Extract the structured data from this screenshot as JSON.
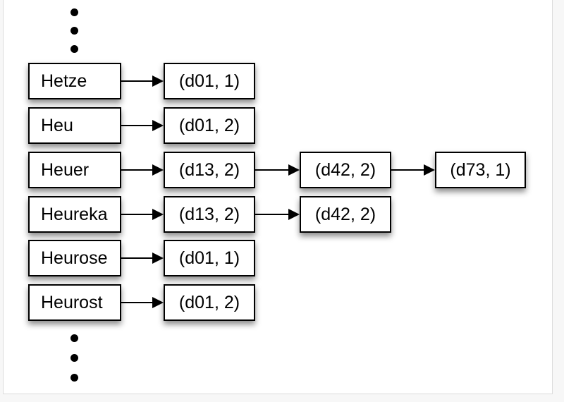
{
  "diagram": {
    "kind": "inverted-index-postings-diagram",
    "rows": [
      {
        "term": "Hetze",
        "postings": [
          "(d01, 1)"
        ]
      },
      {
        "term": "Heu",
        "postings": [
          "(d01, 2)"
        ]
      },
      {
        "term": "Heuer",
        "postings": [
          "(d13, 2)",
          "(d42, 2)",
          "(d73, 1)"
        ]
      },
      {
        "term": "Heureka",
        "postings": [
          "(d13, 2)",
          "(d42, 2)"
        ]
      },
      {
        "term": "Heurose",
        "postings": [
          "(d01, 1)"
        ]
      },
      {
        "term": "Heurost",
        "postings": [
          "(d01, 2)"
        ]
      }
    ],
    "ellipsis": {
      "top_dot_count": 3,
      "bottom_dot_count": 3
    },
    "colors": {
      "box_fill": "#ffffff",
      "box_border": "#000000",
      "text": "#000000",
      "arrow": "#000000",
      "panel_background": "#ffffff",
      "page_margin_background": "#f7f7f7",
      "panel_border": "#dcdcdc"
    }
  }
}
